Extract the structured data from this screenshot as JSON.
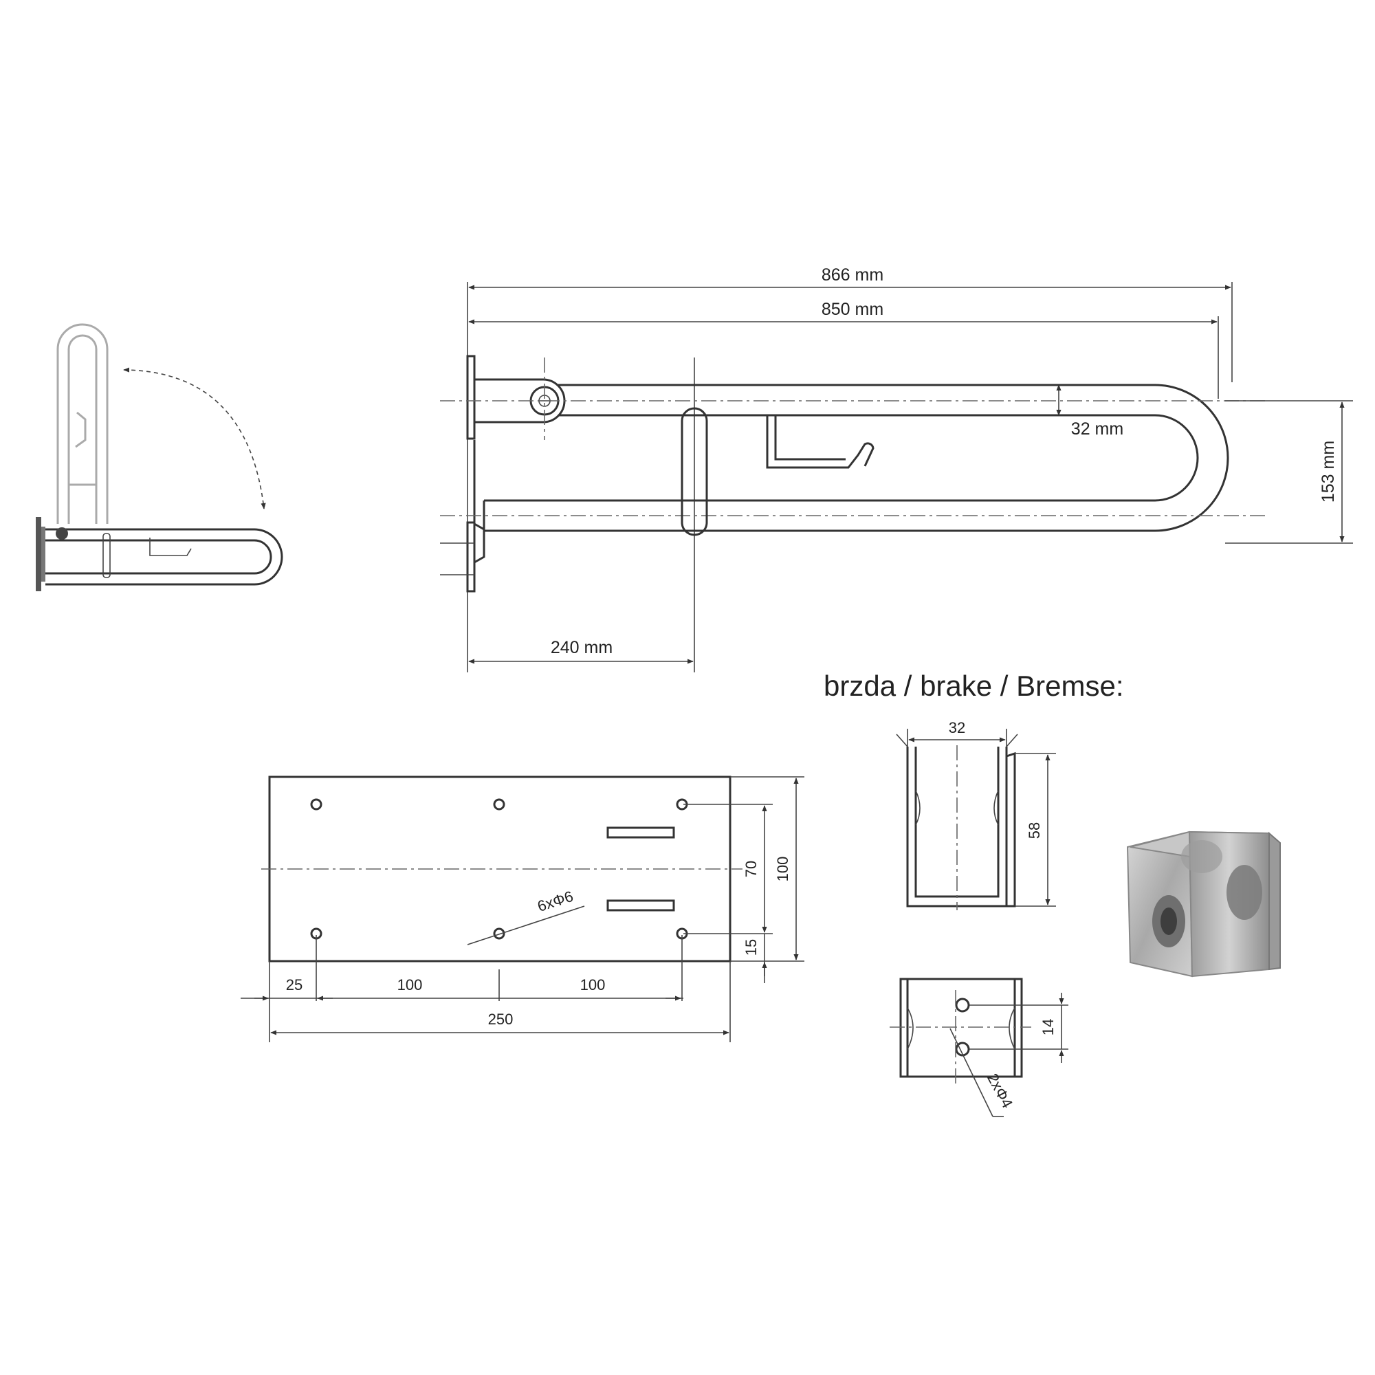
{
  "main_view": {
    "dim_overall": "866 mm",
    "dim_length": "850 mm",
    "dim_tube": "32 mm",
    "dim_height": "153 mm",
    "dim_pivot": "240 mm"
  },
  "plate_view": {
    "dim_left": "25",
    "dim_spacing_1": "100",
    "dim_spacing_2": "100",
    "dim_width": "250",
    "dim_hole_spacing": "70",
    "dim_plate_height": "100",
    "dim_bottom": "15",
    "holes_note": "6xΦ6"
  },
  "brake": {
    "title": "brzda / brake / Bremse:",
    "dim_width": "32",
    "dim_height": "58",
    "dim_hole_spacing": "14",
    "holes_note": "2xΦ4"
  },
  "colors": {
    "line": "#333333",
    "ghost": "#aaaaaa",
    "steel": "#b8b8b8"
  }
}
